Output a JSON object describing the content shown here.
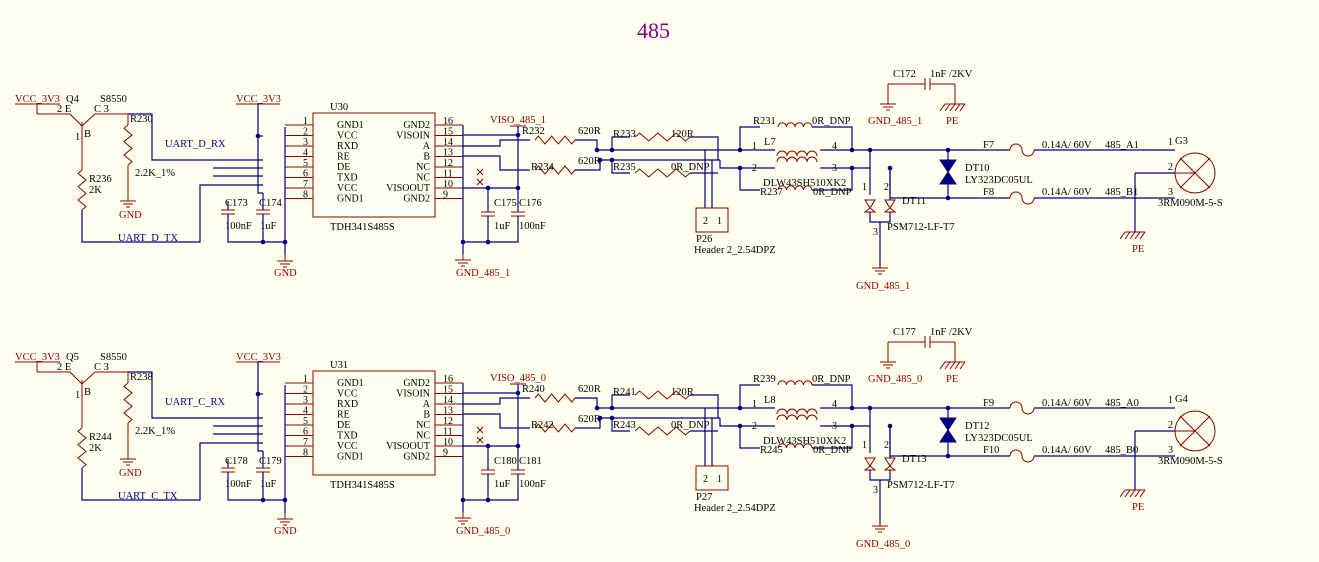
{
  "title": "485",
  "colors": {
    "background": "#fffff0",
    "wire": "#000080",
    "part": "#8b0000",
    "title": "#800080"
  },
  "channels": [
    {
      "id": "ch1",
      "vcc_q": "VCC_3V3",
      "q_ref": "Q4",
      "q_type": "S8550",
      "q_pin_e": "2 E",
      "q_pin_c": "C 3",
      "q_pin_b": "B",
      "q_pin_1": "1",
      "r_base_ref": "R230",
      "r_base_val": "2.2K_1%",
      "r_pull_ref": "R236",
      "r_pull_val": "2K",
      "gnd": "GND",
      "vcc_u": "VCC_3V3",
      "rx_net": "UART_D_RX",
      "tx_net": "UART_D_TX",
      "u_ref": "U30",
      "u_part": "TDH341S485S",
      "u_left": [
        "GND1",
        "VCC",
        "RXD",
        "RE",
        "DE",
        "TXD",
        "VCC",
        "GND1"
      ],
      "u_left_nums": [
        "1",
        "2",
        "3",
        "4",
        "5",
        "6",
        "7",
        "8"
      ],
      "u_right": [
        "GND2",
        "VISOIN",
        "A",
        "B",
        "NC",
        "NC",
        "VISOOUT",
        "GND2"
      ],
      "u_right_nums": [
        "16",
        "15",
        "14",
        "13",
        "12",
        "11",
        "10",
        "9"
      ],
      "c_left_a": "C173",
      "c_left_a_val": "100nF",
      "c_left_b": "C174",
      "c_left_b_val": "1uF",
      "c_right_a": "C175",
      "c_right_a_val": "1uF",
      "c_right_b": "C176",
      "c_right_b_val": "100nF",
      "viso": "VISO_485_1",
      "gnd_iso": "GND_485_1",
      "r_a_ref": "R232",
      "r_a_val": "620R",
      "r_b_ref": "R234",
      "r_b_val": "620R",
      "r_term_ref": "R233",
      "r_term_val": "120R",
      "r_dnp_ref": "R235",
      "r_dnp_val": "0R_DNP",
      "hdr_ref": "P26",
      "hdr_part": "Header 2_2.54DPZ",
      "hdr_pins": [
        "2",
        "1"
      ],
      "r_top_ref": "R231",
      "r_top_val": "0R_DNP",
      "r_bot_ref": "R237",
      "r_bot_val": "0R_DNP",
      "l_ref": "L7",
      "l_part": "DLW43SH510XK2",
      "l_pins": [
        "1",
        "2",
        "4",
        "3"
      ],
      "tvs_ref": "DT11",
      "tvs_part": "PSM712-LF-T7",
      "tvs_pins": [
        "1",
        "2",
        "3"
      ],
      "c_hv_ref": "C172",
      "c_hv_val": "1nF /2KV",
      "pe": "PE",
      "f_a_ref": "F7",
      "f_a_val": "0.14A/ 60V",
      "f_b_ref": "F8",
      "f_b_val": "0.14A/ 60V",
      "dt_ref": "DT10",
      "dt_part": "LY323DC05UL",
      "net_a": "485_A1",
      "net_b": "485_B1",
      "conn_ref": "G3",
      "conn_part": "3RM090M-5-S",
      "conn_pins": [
        "1",
        "2",
        "3"
      ]
    },
    {
      "id": "ch2",
      "vcc_q": "VCC_3V3",
      "q_ref": "Q5",
      "q_type": "S8550",
      "q_pin_e": "2 E",
      "q_pin_c": "C 3",
      "q_pin_b": "B",
      "q_pin_1": "1",
      "r_base_ref": "R238",
      "r_base_val": "2.2K_1%",
      "r_pull_ref": "R244",
      "r_pull_val": "2K",
      "gnd": "GND",
      "vcc_u": "VCC_3V3",
      "rx_net": "UART_C_RX",
      "tx_net": "UART_C_TX",
      "u_ref": "U31",
      "u_part": "TDH341S485S",
      "u_left": [
        "GND1",
        "VCC",
        "RXD",
        "RE",
        "DE",
        "TXD",
        "VCC",
        "GND1"
      ],
      "u_left_nums": [
        "1",
        "2",
        "3",
        "4",
        "5",
        "6",
        "7",
        "8"
      ],
      "u_right": [
        "GND2",
        "VISOIN",
        "A",
        "B",
        "NC",
        "NC",
        "VISOOUT",
        "GND2"
      ],
      "u_right_nums": [
        "16",
        "15",
        "14",
        "13",
        "12",
        "11",
        "10",
        "9"
      ],
      "c_left_a": "C178",
      "c_left_a_val": "100nF",
      "c_left_b": "C179",
      "c_left_b_val": "1uF",
      "c_right_a": "C180",
      "c_right_a_val": "1uF",
      "c_right_b": "C181",
      "c_right_b_val": "100nF",
      "viso": "VISO_485_0",
      "gnd_iso": "GND_485_0",
      "r_a_ref": "R240",
      "r_a_val": "620R",
      "r_b_ref": "R242",
      "r_b_val": "620R",
      "r_term_ref": "R241",
      "r_term_val": "120R",
      "r_dnp_ref": "R243",
      "r_dnp_val": "0R_DNP",
      "hdr_ref": "P27",
      "hdr_part": "Header 2_2.54DPZ",
      "hdr_pins": [
        "2",
        "1"
      ],
      "r_top_ref": "R239",
      "r_top_val": "0R_DNP",
      "r_bot_ref": "R245",
      "r_bot_val": "0R_DNP",
      "l_ref": "L8",
      "l_part": "DLW43SH510XK2",
      "l_pins": [
        "1",
        "2",
        "4",
        "3"
      ],
      "tvs_ref": "DT13",
      "tvs_part": "PSM712-LF-T7",
      "tvs_pins": [
        "1",
        "2",
        "3"
      ],
      "c_hv_ref": "C177",
      "c_hv_val": "1nF /2KV",
      "pe": "PE",
      "f_a_ref": "F9",
      "f_a_val": "0.14A/ 60V",
      "f_b_ref": "F10",
      "f_b_val": "0.14A/ 60V",
      "dt_ref": "DT12",
      "dt_part": "LY323DC05UL",
      "net_a": "485_A0",
      "net_b": "485_B0",
      "conn_ref": "G4",
      "conn_part": "3RM090M-5-S",
      "conn_pins": [
        "1",
        "2",
        "3"
      ]
    }
  ]
}
